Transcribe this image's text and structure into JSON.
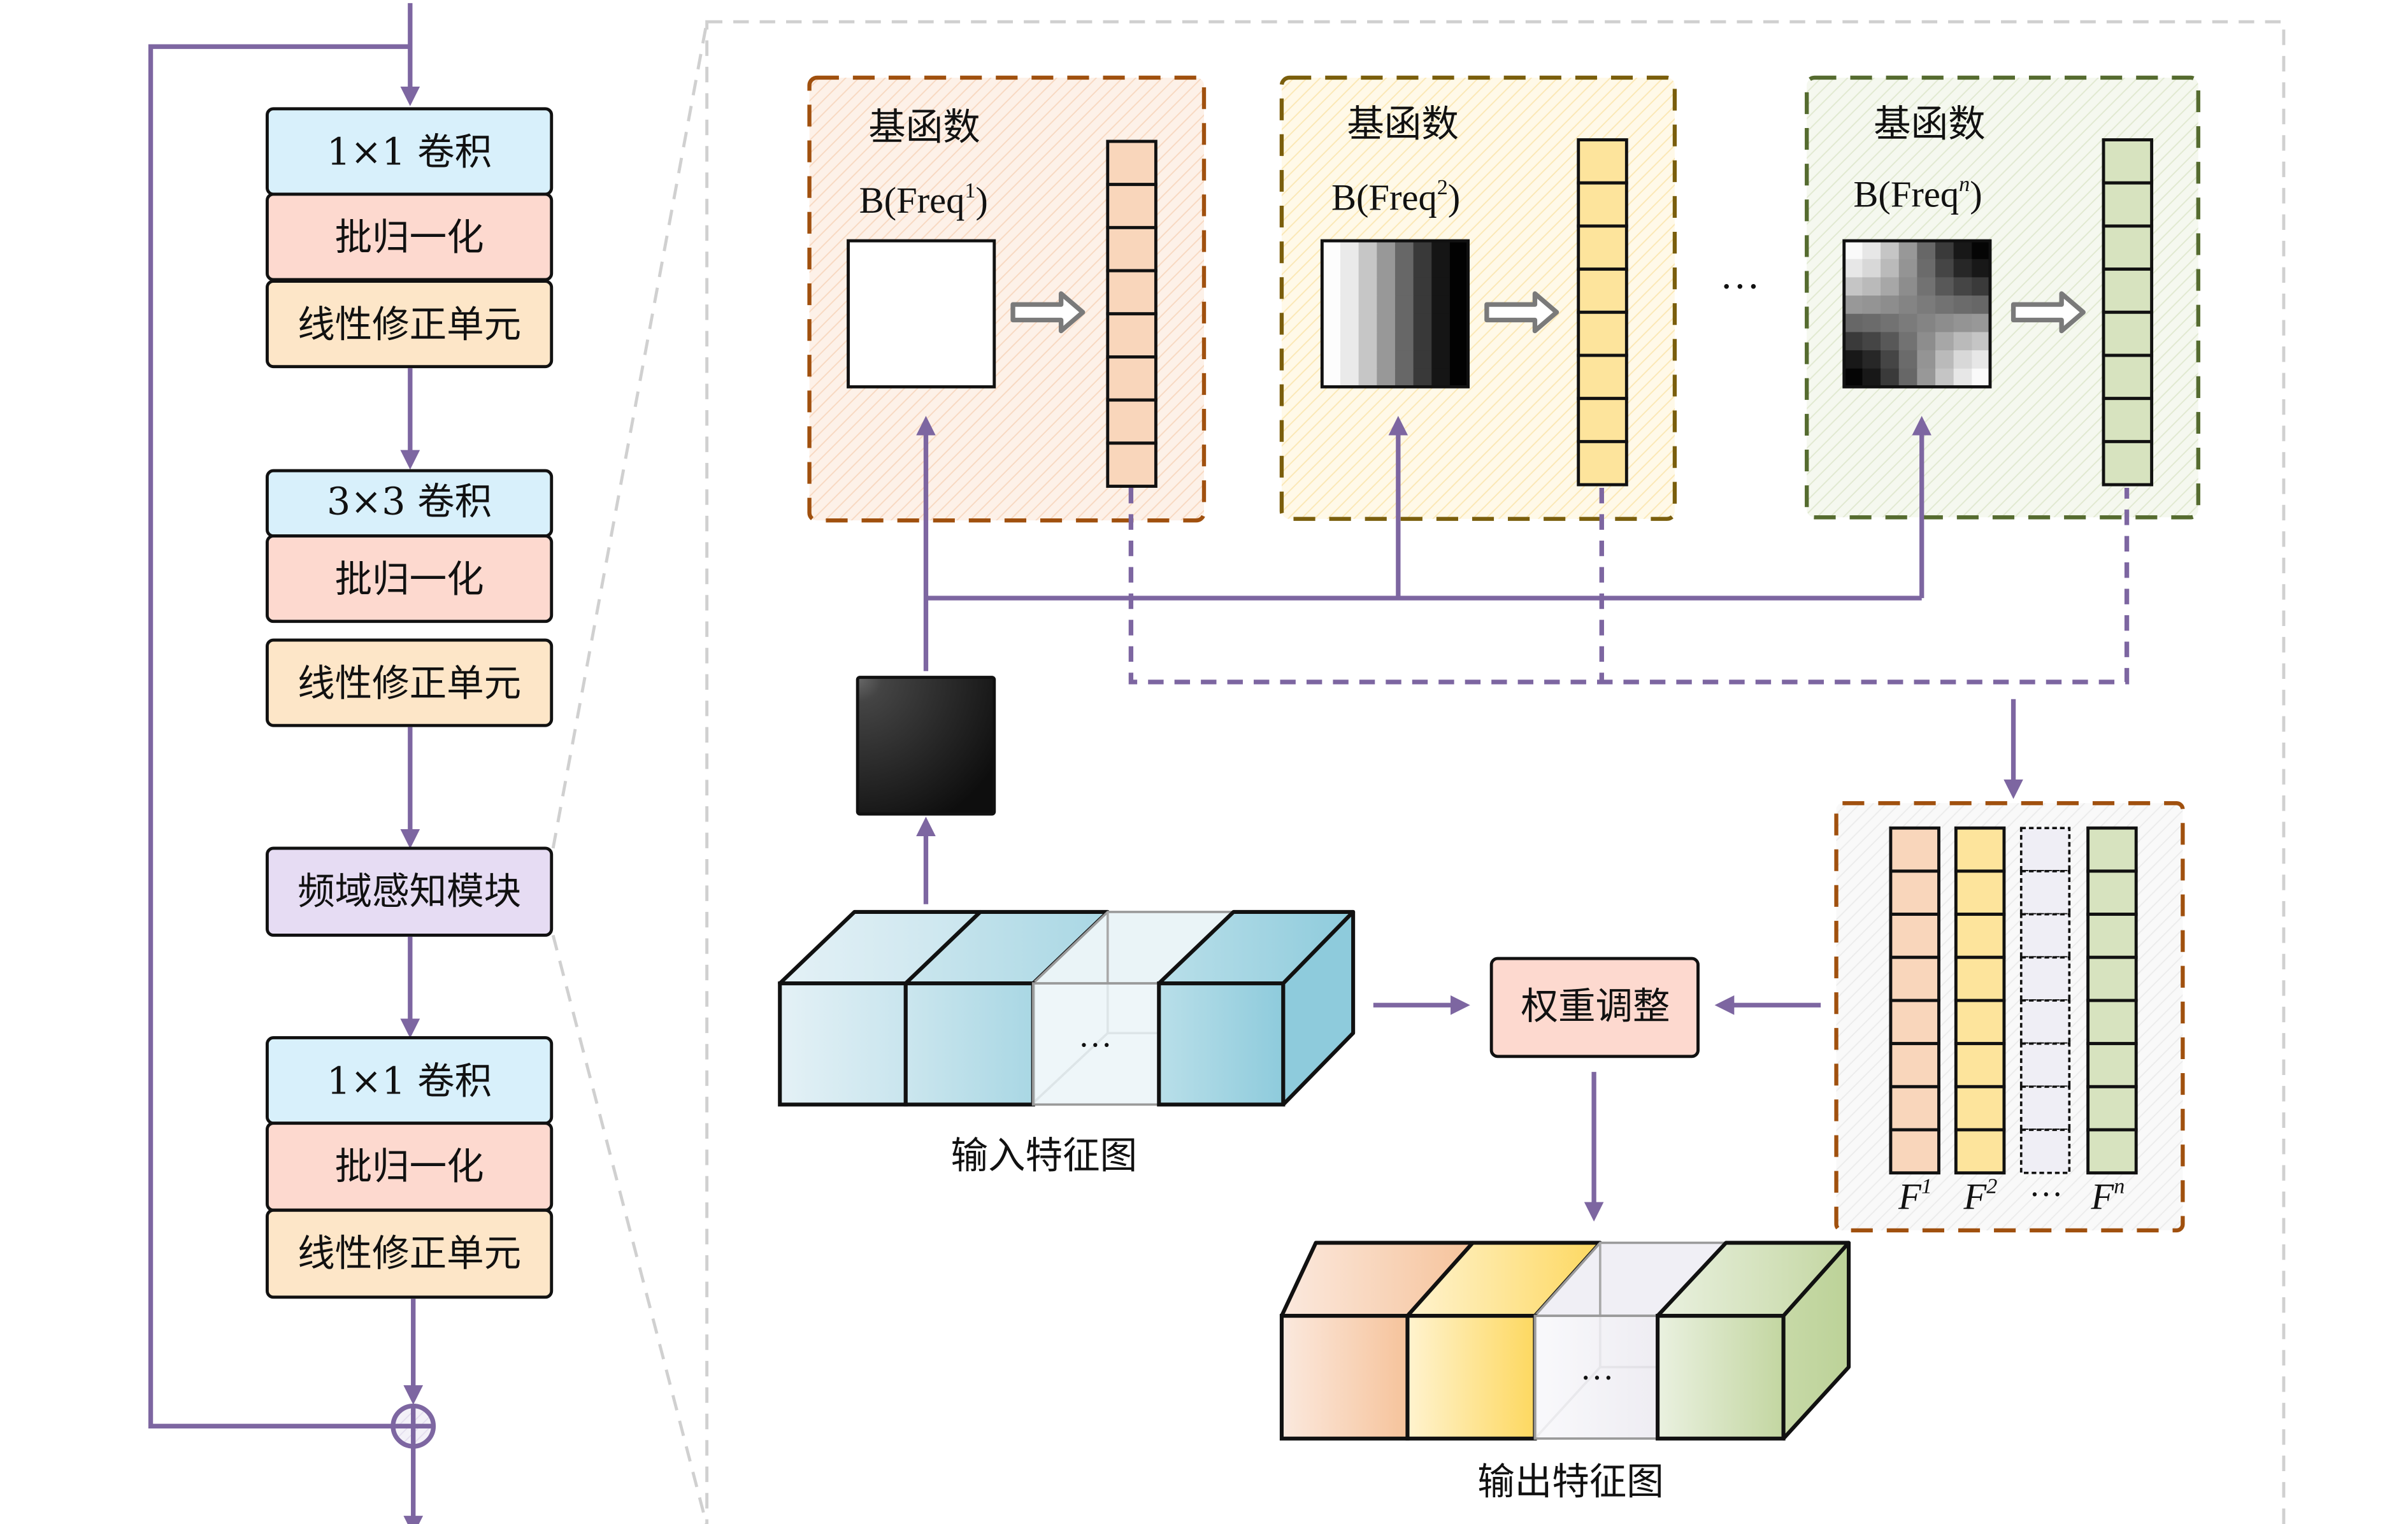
{
  "colors": {
    "flow": "#7d66a1",
    "conv_fill": "#d8f0fb",
    "bn_fill": "#fdd9cf",
    "relu_fill": "#fde6c8",
    "fam_fill": "#e6dcf3",
    "weight_fill": "#fdd9cf",
    "basis1_border": "#a0500e",
    "basis1_fill": "#fdebe0",
    "basis1_vector": "#f9d6bb",
    "basis2_border": "#7a5e0c",
    "basis2_fill": "#fff6dd",
    "basis2_vector": "#fde49c",
    "basis3_border": "#556b2f",
    "basis3_fill": "#eef3e4",
    "basis3_vector": "#d7e3bf",
    "placeholder_vector": "#efeef5",
    "container_border": "#cfcfcf",
    "freq_box_border": "#a0500e"
  },
  "left_column": {
    "block1": {
      "conv": "1×1 卷积",
      "bn": "批归一化",
      "relu": "线性修正单元"
    },
    "block2": {
      "conv": "3×3 卷积",
      "bn": "批归一化",
      "relu": "线性修正单元"
    },
    "fam": "频域感知模块",
    "block3": {
      "conv": "1×1 卷积",
      "bn": "批归一化",
      "relu": "线性修正单元"
    },
    "sum_symbol": "+"
  },
  "basis": [
    {
      "title": "基函数",
      "func": "B(Freq",
      "sup": "1",
      "close": ")",
      "pattern": "constant",
      "vector_cells": 8
    },
    {
      "title": "基函数",
      "func": "B(Freq",
      "sup": "2",
      "close": ")",
      "pattern": "horizontal-gradient",
      "vector_cells": 8
    },
    {
      "title": "基函数",
      "func": "B(Freq",
      "sup": "n",
      "close": ")",
      "pattern": "diagonal-cosine",
      "vector_cells": 8
    }
  ],
  "ellipsis": "···",
  "input_map": {
    "label": "输入特征图",
    "ellipsis": "···"
  },
  "output_map": {
    "label": "输出特征图",
    "ellipsis": "···"
  },
  "weight_adjust": {
    "label": "权重调整"
  },
  "freq_vectors": {
    "cells": 8,
    "labels": [
      {
        "base": "F",
        "sup": "1"
      },
      {
        "base": "F",
        "sup": "2"
      },
      {
        "base": "···",
        "sup": ""
      },
      {
        "base": "F",
        "sup": "n"
      }
    ]
  }
}
